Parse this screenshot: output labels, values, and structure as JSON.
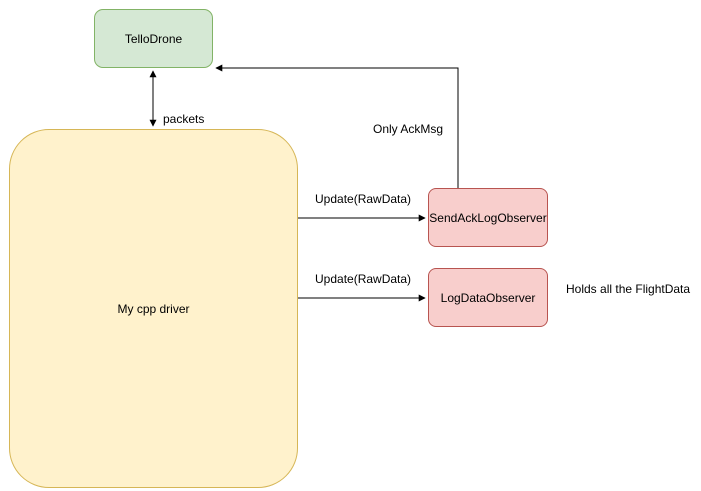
{
  "diagram": {
    "nodes": {
      "tello_drone": "TelloDrone",
      "driver": "My cpp driver",
      "send_ack_observer": "SendAckLogObserver",
      "log_data_observer": "LogDataObserver"
    },
    "edge_labels": {
      "packets": "packets",
      "only_ack": "Only AckMsg",
      "update_1": "Update(RawData)",
      "update_2": "Update(RawData)"
    },
    "annotations": {
      "flight_data_note": "Holds all the FlightData"
    },
    "colors": {
      "green_fill": "#d5e8d4",
      "green_stroke": "#82b366",
      "yellow_fill": "#fff2cc",
      "yellow_stroke": "#d6b656",
      "red_fill": "#f8cecc",
      "red_stroke": "#b85450",
      "edge": "#000000"
    }
  }
}
